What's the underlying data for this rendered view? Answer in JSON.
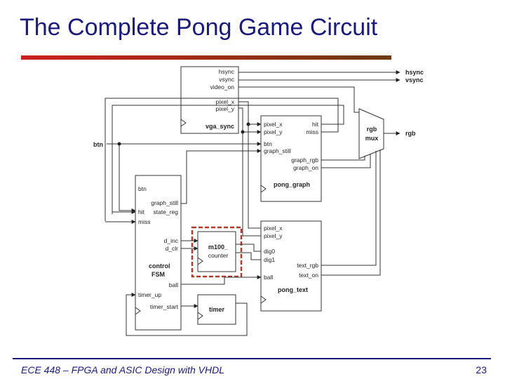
{
  "slide": {
    "title": "The Complete Pong Game Circuit",
    "footer": "ECE 448 – FPGA and ASIC Design with VHDL",
    "page_number": "23"
  },
  "colors": {
    "title": "#1a1a7a",
    "title_bar_start": "#cc1f1f",
    "title_bar_end": "#6b3a0b",
    "counter_highlight": "#b03a2e"
  },
  "diagram": {
    "external_inputs": {
      "btn": "btn"
    },
    "external_outputs": {
      "hsync": "hsync",
      "vsync": "vsync",
      "rgb": "rgb"
    },
    "vga_sync": {
      "name": "vga_sync",
      "ports": {
        "hsync": "hsync",
        "vsync": "vsync",
        "video_on": "video_on",
        "pixel_x": "pixel_x",
        "pixel_y": "pixel_y"
      }
    },
    "pong_graph": {
      "name": "pong_graph",
      "ports": {
        "pixel_x": "pixel_x",
        "pixel_y": "pixel_y",
        "btn": "btn",
        "graph_still": "graph_still",
        "hit": "hit",
        "miss": "miss",
        "graph_rgb": "graph_rgb",
        "graph_on": "graph_on"
      }
    },
    "rgb_mux": {
      "line1": "rgb",
      "line2": "mux"
    },
    "control_fsm": {
      "name_line1": "control",
      "name_line2": "FSM",
      "ports": {
        "btn": "btn",
        "graph_still": "graph_still",
        "hit": "hit",
        "state_reg": "state_reg",
        "miss": "miss",
        "d_inc": "d_inc",
        "d_clr": "d_clr",
        "ball": "ball",
        "timer_up": "timer_up",
        "timer_start": "timer_start"
      }
    },
    "m100_counter": {
      "line1": "m100_",
      "line2": "counter"
    },
    "timer": {
      "name": "timer"
    },
    "pong_text": {
      "name": "pong_text",
      "ports": {
        "pixel_x": "pixel_x",
        "pixel_y": "pixel_y",
        "dig0": "dig0",
        "dig1": "dig1",
        "ball": "ball",
        "text_rgb": "text_rgb",
        "text_on": "text_on"
      }
    }
  }
}
